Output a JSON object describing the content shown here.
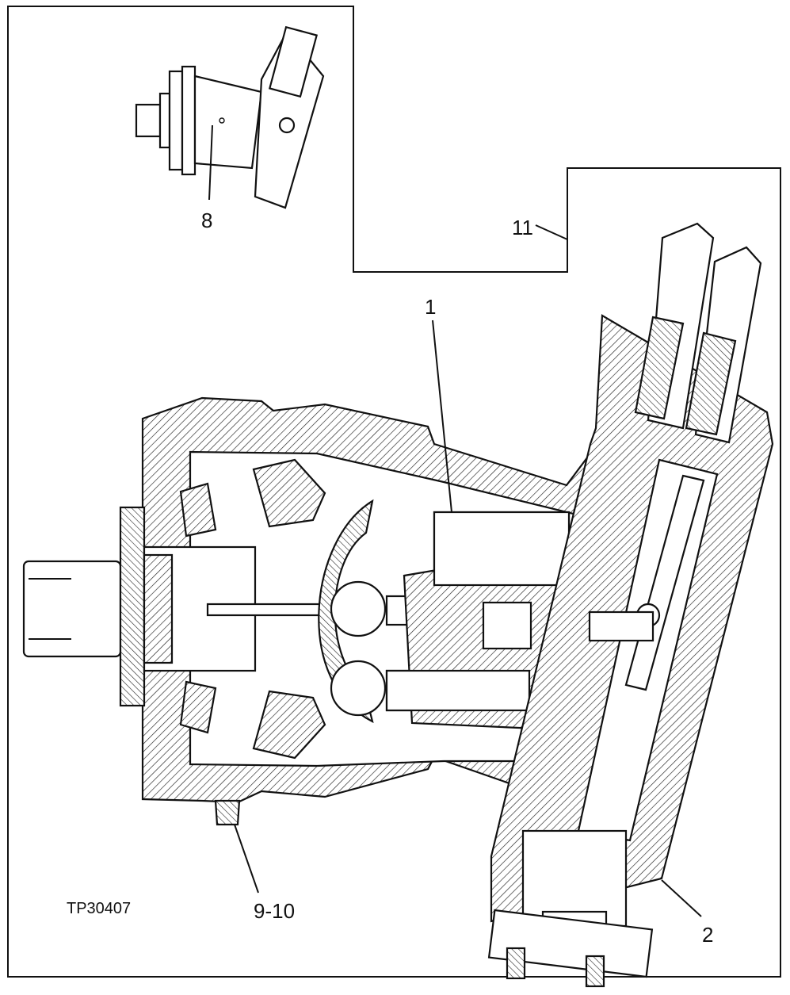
{
  "figure": {
    "callouts": {
      "c1": "1",
      "c2": "2",
      "c8": "8",
      "c910": "9-10",
      "c11": "11"
    },
    "code": "TP30407"
  }
}
